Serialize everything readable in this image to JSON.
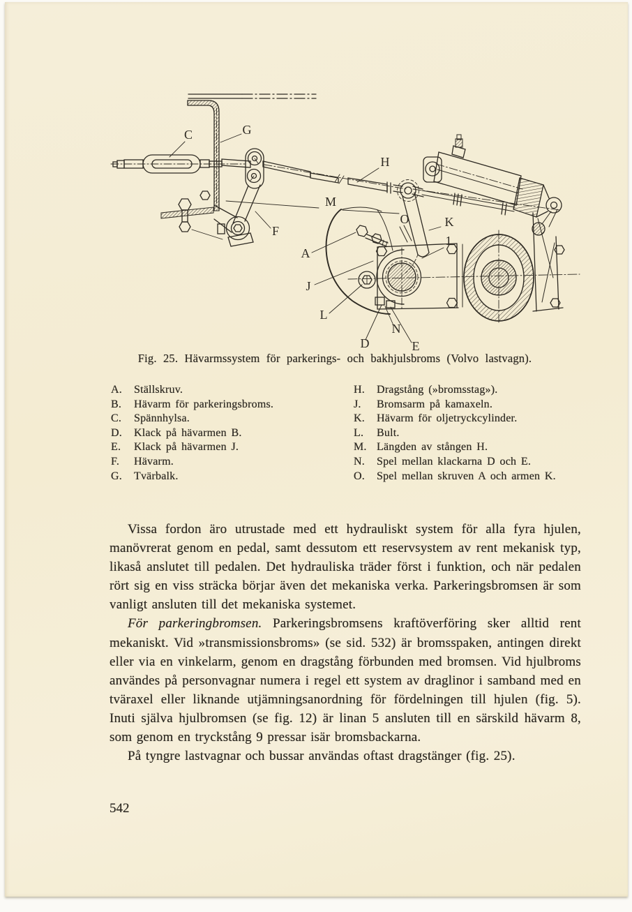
{
  "colors": {
    "paper": "#f4edd6",
    "ink": "#2e2a23"
  },
  "page": {
    "number": "542"
  },
  "figure": {
    "caption": "Fig. 25. Hävarmssystem för parkerings- och bakhjulsbroms (Volvo lastvagn).",
    "marks": {
      "C": "C",
      "G": "G",
      "H": "H",
      "M": "M",
      "O": "O",
      "K": "K",
      "one": "1",
      "F": "F",
      "A": "A",
      "J": "J",
      "L": "L",
      "N": "N",
      "D": "D",
      "E": "E"
    }
  },
  "legend": {
    "left": [
      {
        "k": "A.",
        "t": "Ställskruv."
      },
      {
        "k": "B.",
        "t": "Hävarm för parkeringsbroms."
      },
      {
        "k": "C.",
        "t": "Spännhylsa."
      },
      {
        "k": "D.",
        "t": "Klack på hävarmen B."
      },
      {
        "k": "E.",
        "t": "Klack på hävarmen J."
      },
      {
        "k": "F.",
        "t": "Hävarm."
      },
      {
        "k": "G.",
        "t": "Tvärbalk."
      }
    ],
    "right": [
      {
        "k": "H.",
        "t": "Dragstång (»bromsstag»)."
      },
      {
        "k": "J.",
        "t": "Bromsarm på kamaxeln."
      },
      {
        "k": "K.",
        "t": "Hävarm för oljetryckcylinder."
      },
      {
        "k": "L.",
        "t": "Bult."
      },
      {
        "k": "M.",
        "t": "Längden av stången H."
      },
      {
        "k": "N.",
        "t": "Spel mellan klackarna D och E."
      },
      {
        "k": "O.",
        "t": "Spel mellan skruven A och armen K."
      }
    ]
  },
  "body": {
    "p1": "Vissa fordon äro utrustade med ett hydrauliskt system för alla fyra hjulen, manövrerat genom en pedal, samt dessutom ett reservsystem av rent mekanisk typ, likaså anslutet till pedalen. Det hydrauliska träder först i funktion, och när pedalen rört sig en viss sträcka börjar även det mekaniska verka. Parkeringsbromsen är som vanligt ansluten till det mekaniska systemet.",
    "p2_lead": "För parkeringbromsen.",
    "p2_rest": " Parkeringsbromsens kraftöverföring sker alltid rent mekaniskt. Vid »transmissionsbroms» (se sid. 532) är bromsspaken, antingen direkt eller via en vinkelarm, genom en dragstång förbunden med bromsen. Vid hjulbroms användes på personvagnar numera i regel ett system av draglinor i samband med en tväraxel eller liknande utjämningsanordning för fördelningen till hjulen (fig. 5). Inuti själva hjulbromsen (se fig. 12) är linan 5 ansluten till en särskild hävarm 8, som genom en tryckstång 9 pressar isär bromsbackarna.",
    "p3": "På tyngre lastvagnar och bussar användas oftast dragstänger (fig. 25)."
  }
}
